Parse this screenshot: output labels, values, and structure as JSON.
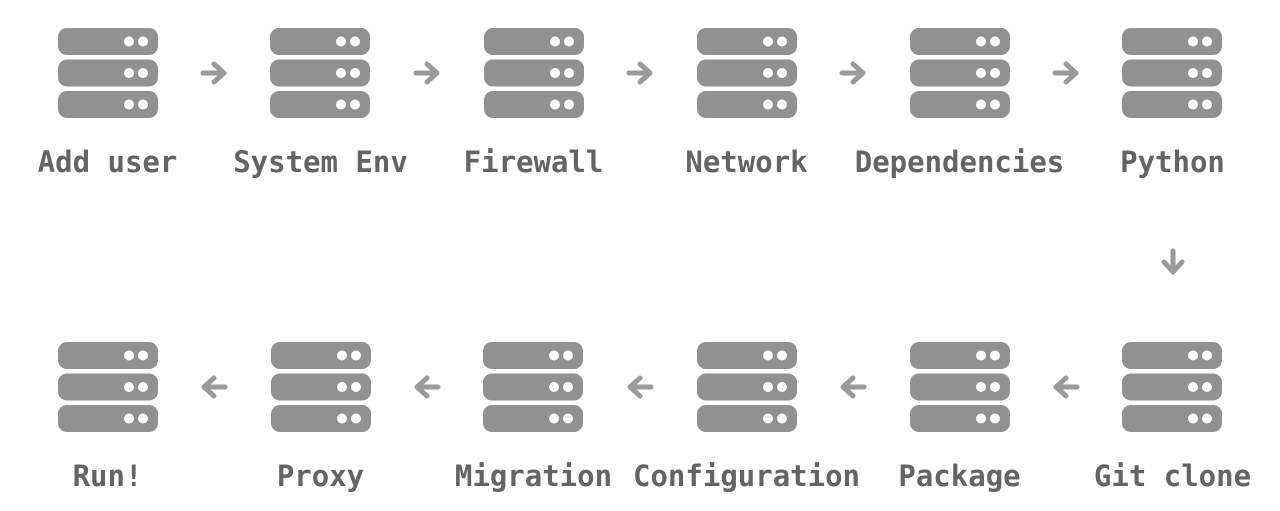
{
  "flow": {
    "background": "#ffffff",
    "colors": {
      "server_icon": "#919191",
      "arrow": "#9a9a9a",
      "label": "#646464"
    },
    "top_row": {
      "direction": "right",
      "nodes": [
        {
          "icon": "server-stack-icon",
          "label": "Add user"
        },
        {
          "icon": "server-stack-icon",
          "label": "System Env"
        },
        {
          "icon": "server-stack-icon",
          "label": "Firewall"
        },
        {
          "icon": "server-stack-icon",
          "label": "Network"
        },
        {
          "icon": "server-stack-icon",
          "label": "Dependencies"
        },
        {
          "icon": "server-stack-icon",
          "label": "Python"
        }
      ]
    },
    "connector": {
      "icon": "arrow-down-icon",
      "direction": "down"
    },
    "bottom_row": {
      "direction": "left",
      "nodes": [
        {
          "icon": "server-stack-icon",
          "label": "Run!"
        },
        {
          "icon": "server-stack-icon",
          "label": "Proxy"
        },
        {
          "icon": "server-stack-icon",
          "label": "Migration"
        },
        {
          "icon": "server-stack-icon",
          "label": "Configuration"
        },
        {
          "icon": "server-stack-icon",
          "label": "Package"
        },
        {
          "icon": "server-stack-icon",
          "label": "Git clone"
        }
      ]
    }
  }
}
